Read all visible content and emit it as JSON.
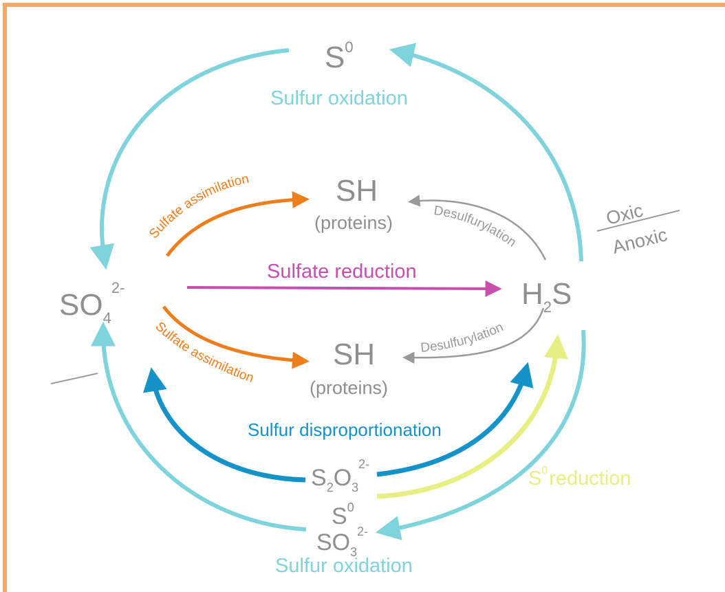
{
  "colors": {
    "frame": "#f4a96b",
    "cyan": "#7fd3dc",
    "orange": "#ee7d1c",
    "magenta": "#c84fae",
    "blue": "#1592c8",
    "yellow": "#e8ef82",
    "grey": "#9a9a9a",
    "grey_text": "#8f8f8f"
  },
  "compounds": {
    "s0_top": {
      "base": "S",
      "sup": "0"
    },
    "sh_top": {
      "main": "SH",
      "sub": "(proteins)"
    },
    "sh_bottom": {
      "main": "SH",
      "sub": "(proteins)"
    },
    "sulfate": {
      "base": "SO",
      "sub": "4",
      "sup": "2-"
    },
    "sulfide": {
      "base1": "H",
      "sub": "2",
      "base2": "S"
    },
    "thiosulfate": {
      "base1": "S",
      "sub1": "2",
      "base2": "O",
      "sub2": "3",
      "sup": "2-"
    },
    "s0_bottom": {
      "base": "S",
      "sup": "0"
    },
    "sulfite": {
      "base": "SO",
      "sub": "3",
      "sup": "2-"
    }
  },
  "processes": {
    "sulfur_oxidation_top": "Sulfur oxidation",
    "sulfur_oxidation_bottom": "Sulfur oxidation",
    "sulfate_assimilation_top": "Sulfate assimilation",
    "sulfate_assimilation_bottom": "Sulfate assimilation",
    "sulfate_reduction": "Sulfate reduction",
    "desulfurylation_top": "Desulfurylation",
    "desulfurylation_bottom": "Desulfurylation",
    "sulfur_disproportionation": "Sulfur disproportionation",
    "s0_reduction": {
      "sup": "0",
      "base": "S",
      "rest": "reduction"
    }
  },
  "zones": {
    "oxic": "Oxic",
    "anoxic": "Anoxic"
  }
}
